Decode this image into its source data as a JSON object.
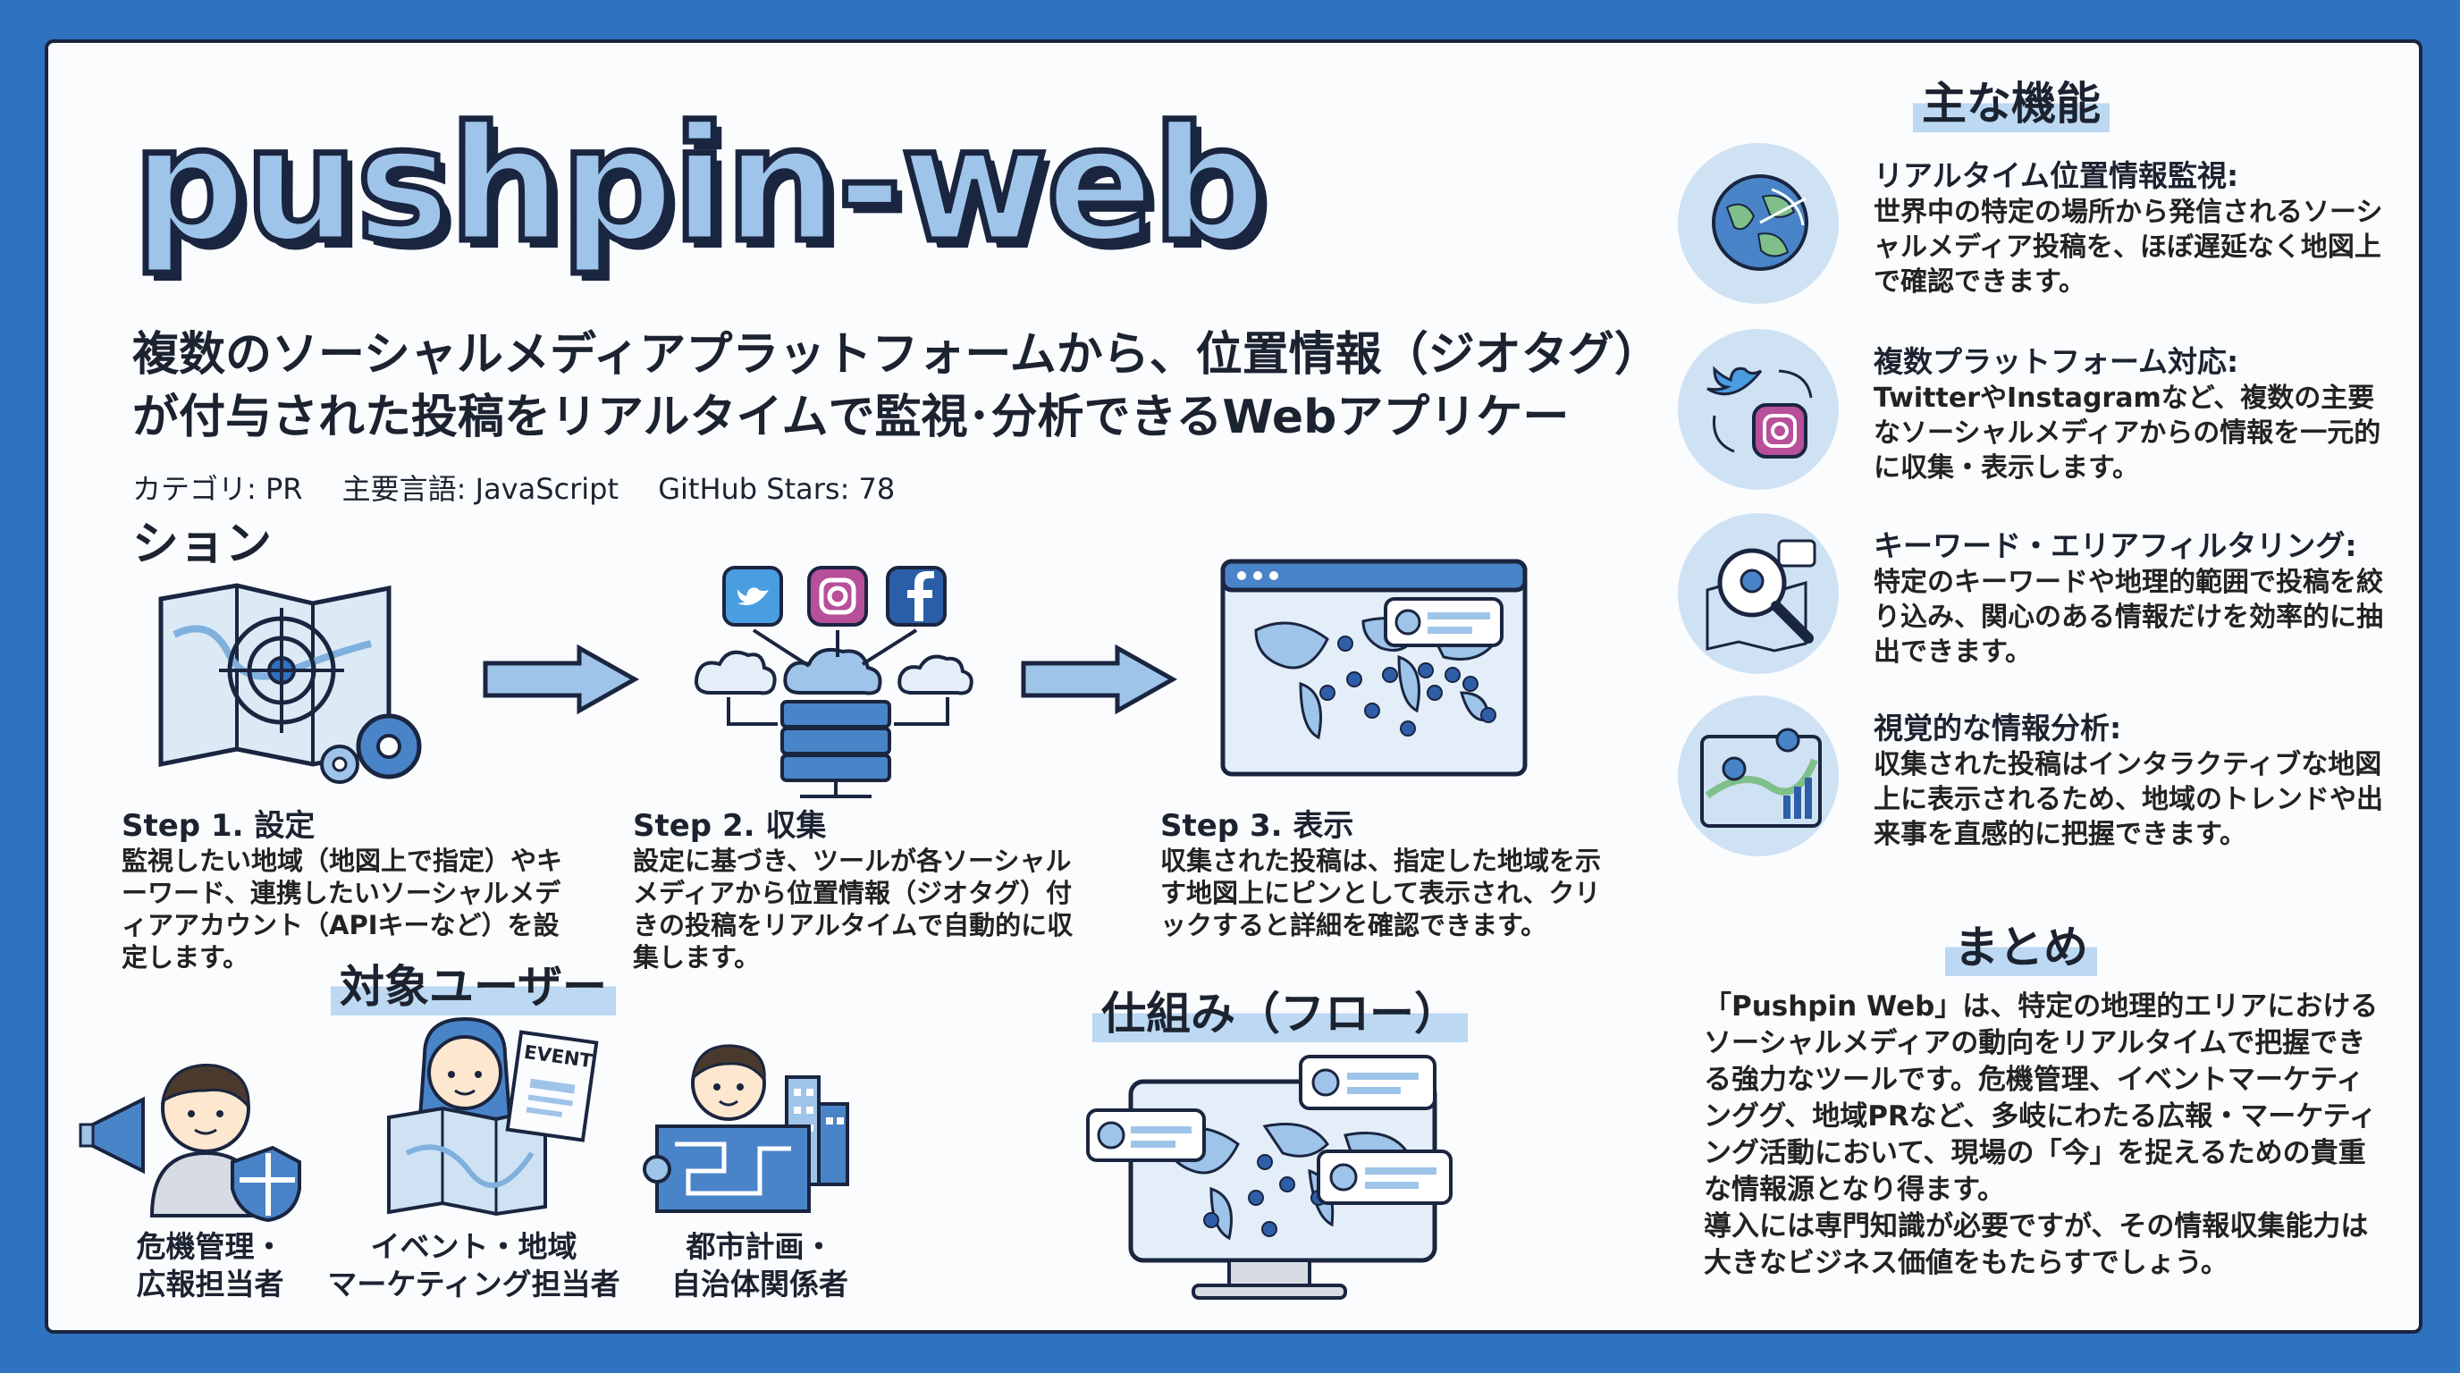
{
  "title": "pushpin-web",
  "description": "複数のソーシャルメディアプラットフォームから、位置情報（ジオタグ）が付与された投稿をリアルタイムで監視･分析できるWebアプリケー",
  "description_tail": "ション",
  "meta": {
    "category": "カテゴリ: PR",
    "language": "主要言語: JavaScript",
    "stars": "GitHub Stars: 78"
  },
  "flow": {
    "heading": "仕組み（フロー）",
    "steps": [
      {
        "title": "Step 1. 設定",
        "body": "監視したい地域（地図上で指定）やキーワード、連携したいソーシャルメディアアカウント（APIキーなど）を設定します。"
      },
      {
        "title": "Step 2. 収集",
        "body": "設定に基づき、ツールが各ソーシャルメディアから位置情報（ジオタグ）付きの投稿をリアルタイムで自動的に収集します。"
      },
      {
        "title": "Step 3. 表示",
        "body": "収集された投稿は、指定した地域を示す地図上にピンとして表示され、クリックすると詳細を確認できます。"
      }
    ]
  },
  "target_users": {
    "heading": "対象ユーザー",
    "personas": [
      {
        "label_1": "危機管理・",
        "label_2": "広報担当者"
      },
      {
        "label_1": "イベント・地域",
        "label_2": "マーケティング担当者"
      },
      {
        "label_1": "都市計画・",
        "label_2": "自治体関係者"
      }
    ],
    "event_sign": "EVENT"
  },
  "features": {
    "heading": "主な機能",
    "items": [
      {
        "icon": "globe-radar-icon",
        "title": "リアルタイム位置情報監視:",
        "body": "世界中の特定の場所から発信されるソーシャルメディア投稿を、ほぼ遅延なく地図上で確認できます。"
      },
      {
        "icon": "twitter-instagram-sync-icon",
        "title": "複数プラットフォーム対応:",
        "body": "TwitterやInstagramなど、複数の主要なソーシャルメディアからの情報を一元的に収集・表示します。"
      },
      {
        "icon": "map-magnifier-icon",
        "title": "キーワード・エリアフィルタリング:",
        "body": "特定のキーワードや地理的範囲で投稿を絞り込み、関心のある情報だけを効率的に抽出できます。"
      },
      {
        "icon": "map-chart-icon",
        "title": "視覚的な情報分析:",
        "body": "収集された投稿はインタラクティブな地図上に表示されるため、地域のトレンドや出来事を直感的に把握できます。"
      }
    ]
  },
  "summary": {
    "heading": "まとめ",
    "paragraph_1": "「Pushpin Web」は、特定の地理的エリアにおけるソーシャルメディアの動向をリアルタイムで把握できる強力なツールです。危機管理、イベントマーケティンググ、地域PRなど、多岐にわたる広報・マーケティング活動において、現場の「今」を捉えるための貴重な情報源となり得ます。",
    "paragraph_2": "導入には専門知識が必要ですが、その情報収集能力は大きなビジネス価値をもたらすでしょう。"
  },
  "colors": {
    "background": "#2f72bf",
    "card": "#fbfcfe",
    "title_fill": "#9fc4ea",
    "outline": "#1a2540",
    "accent_light": "#cfe2f4",
    "highlight": "#bcd8f2"
  }
}
